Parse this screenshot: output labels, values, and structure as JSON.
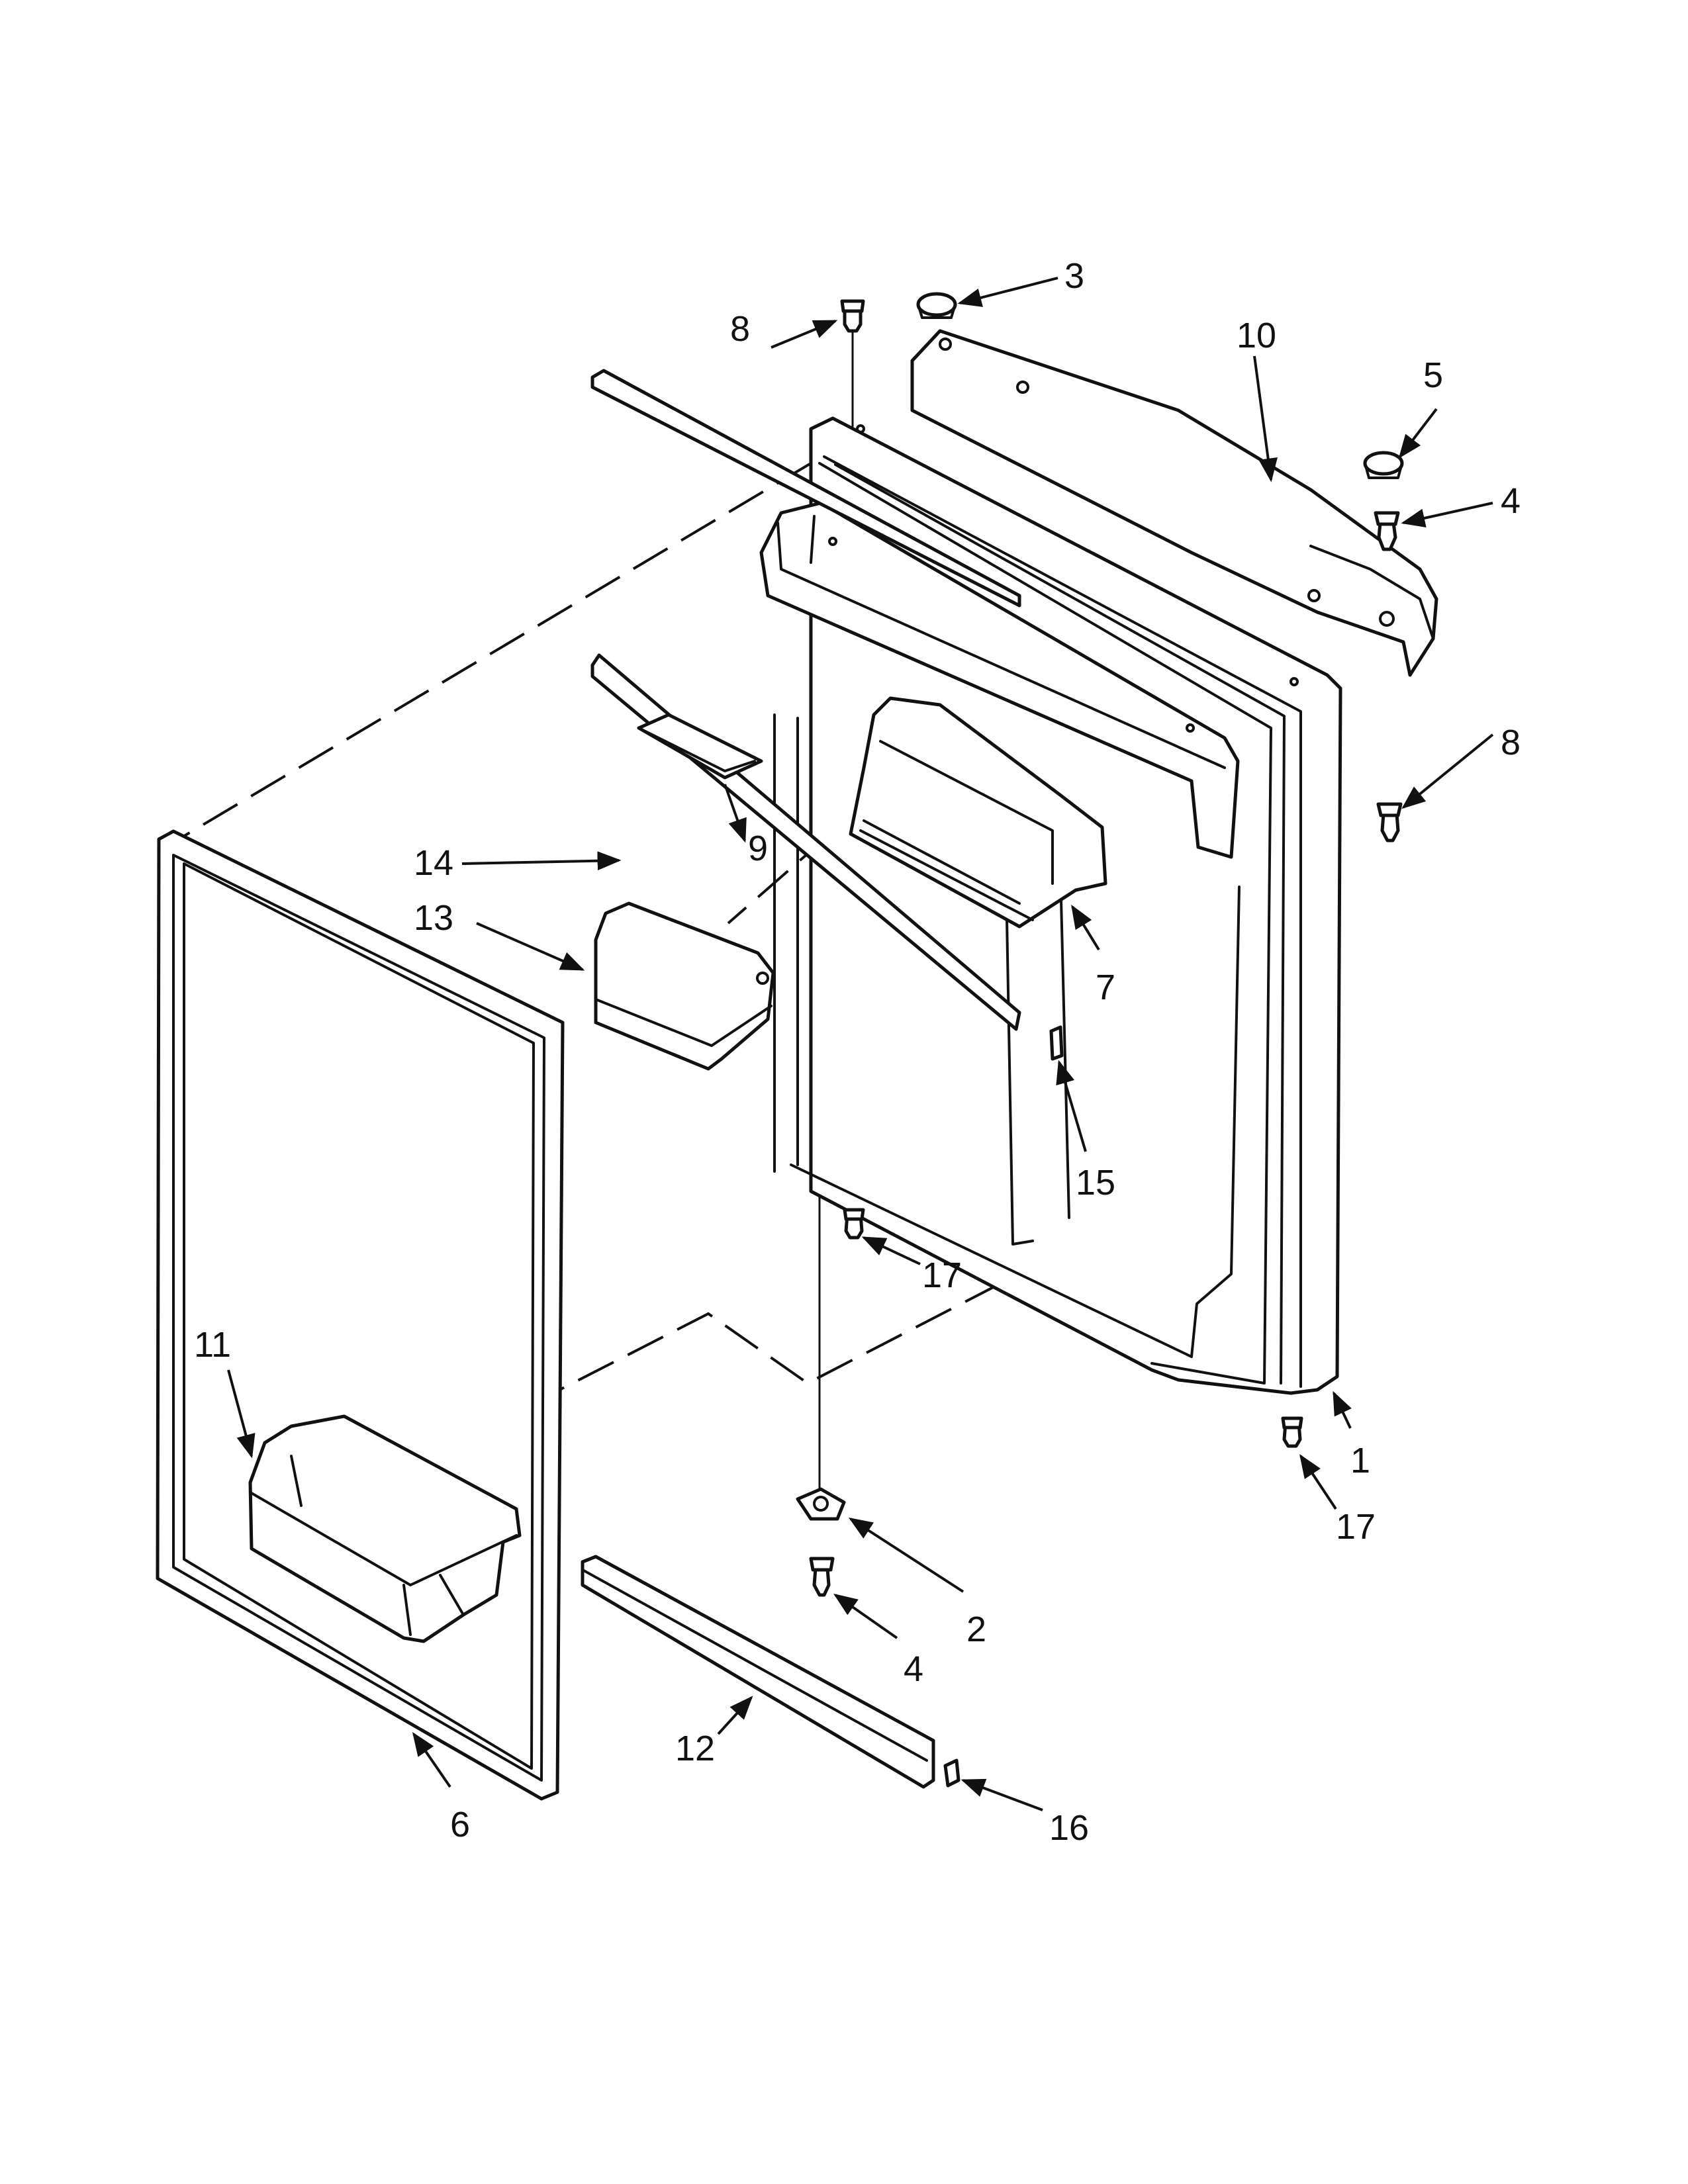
{
  "callouts": {
    "c1": "1",
    "c2": "2",
    "c3": "3",
    "c4a": "4",
    "c4b": "4",
    "c5": "5",
    "c6": "6",
    "c7": "7",
    "c8a": "8",
    "c8b": "8",
    "c9": "9",
    "c10": "10",
    "c11": "11",
    "c12": "12",
    "c13": "13",
    "c14": "14",
    "c15": "15",
    "c16": "16",
    "c17a": "17",
    "c17b": "17"
  },
  "colors": {
    "line": "#111111",
    "background": "#ffffff"
  }
}
